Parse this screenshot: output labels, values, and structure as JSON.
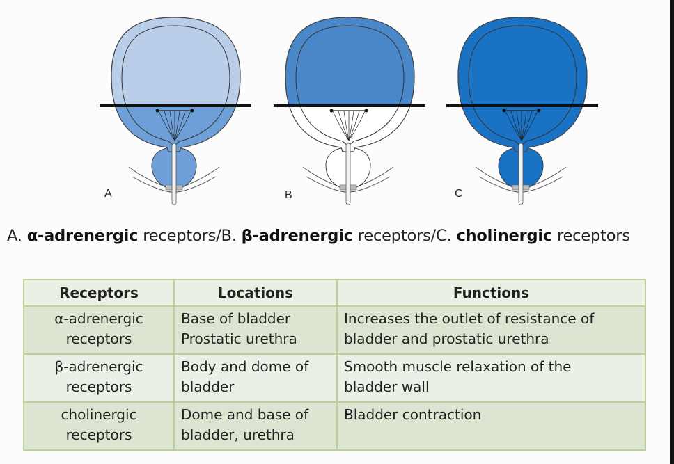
{
  "figure": {
    "panels": [
      {
        "label": "A",
        "upper_color": "#b9cfe9",
        "lower_color": "#6e9fd8",
        "prostate_color": "#6e9fd8"
      },
      {
        "label": "B",
        "upper_color": "#4a87c8",
        "lower_color": "#ffffff",
        "prostate_color": "#ffffff"
      },
      {
        "label": "C",
        "upper_color": "#1a72c4",
        "lower_color": "#1a72c4",
        "prostate_color": "#1a72c4"
      }
    ]
  },
  "caption": {
    "a_prefix": "A. ",
    "a_bold": "α-adrenergic",
    "a_suffix": " receptors/B. ",
    "b_bold": "β-adrenergic",
    "b_suffix": " receptors/C. ",
    "c_bold": "cholinergic",
    "c_suffix": " receptors"
  },
  "table": {
    "headers": [
      "Receptors",
      "Locations",
      "Functions"
    ],
    "rows": [
      {
        "receptor": [
          "α-adrenergic",
          "receptors"
        ],
        "location": [
          "Base of bladder",
          "Prostatic urethra"
        ],
        "function": [
          "Increases the outlet of resistance of",
          "bladder and prostatic urethra"
        ]
      },
      {
        "receptor": [
          "β-adrenergic",
          "receptors"
        ],
        "location": [
          "Body and dome of",
          "bladder"
        ],
        "function": [
          "Smooth muscle relaxation of the",
          "bladder wall"
        ]
      },
      {
        "receptor": [
          "cholinergic",
          "receptors"
        ],
        "location": [
          "Dome and base of",
          "bladder, urethra"
        ],
        "function": [
          "Bladder contraction"
        ]
      }
    ]
  }
}
